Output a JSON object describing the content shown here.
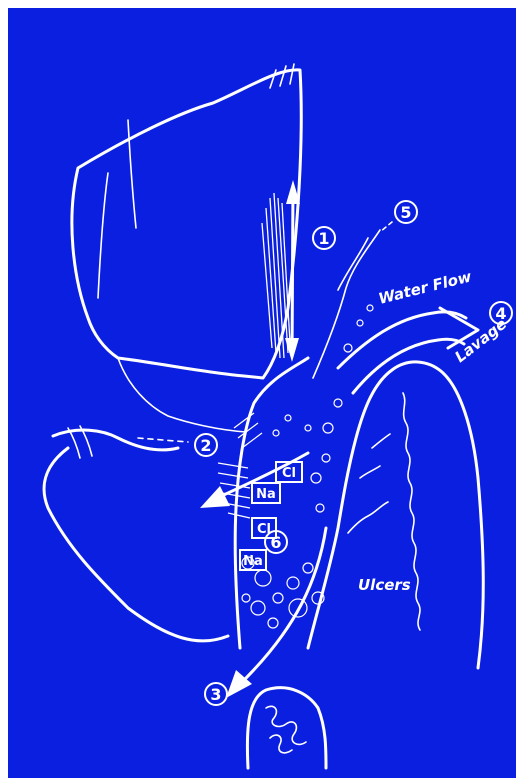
{
  "background_color": "#0b1fe0",
  "line_color": "#ffffff",
  "callouts": {
    "one": "1",
    "two": "2",
    "three": "3",
    "four": "4",
    "five": "5",
    "six": "6"
  },
  "ions": {
    "cl_upper": "Cl",
    "na_upper": "Na",
    "cl_lower": "Cl",
    "na_lower": "Na"
  },
  "labels": {
    "water_flow": "Water Flow",
    "lavage": "Lavage",
    "ulcers": "Ulcers"
  }
}
